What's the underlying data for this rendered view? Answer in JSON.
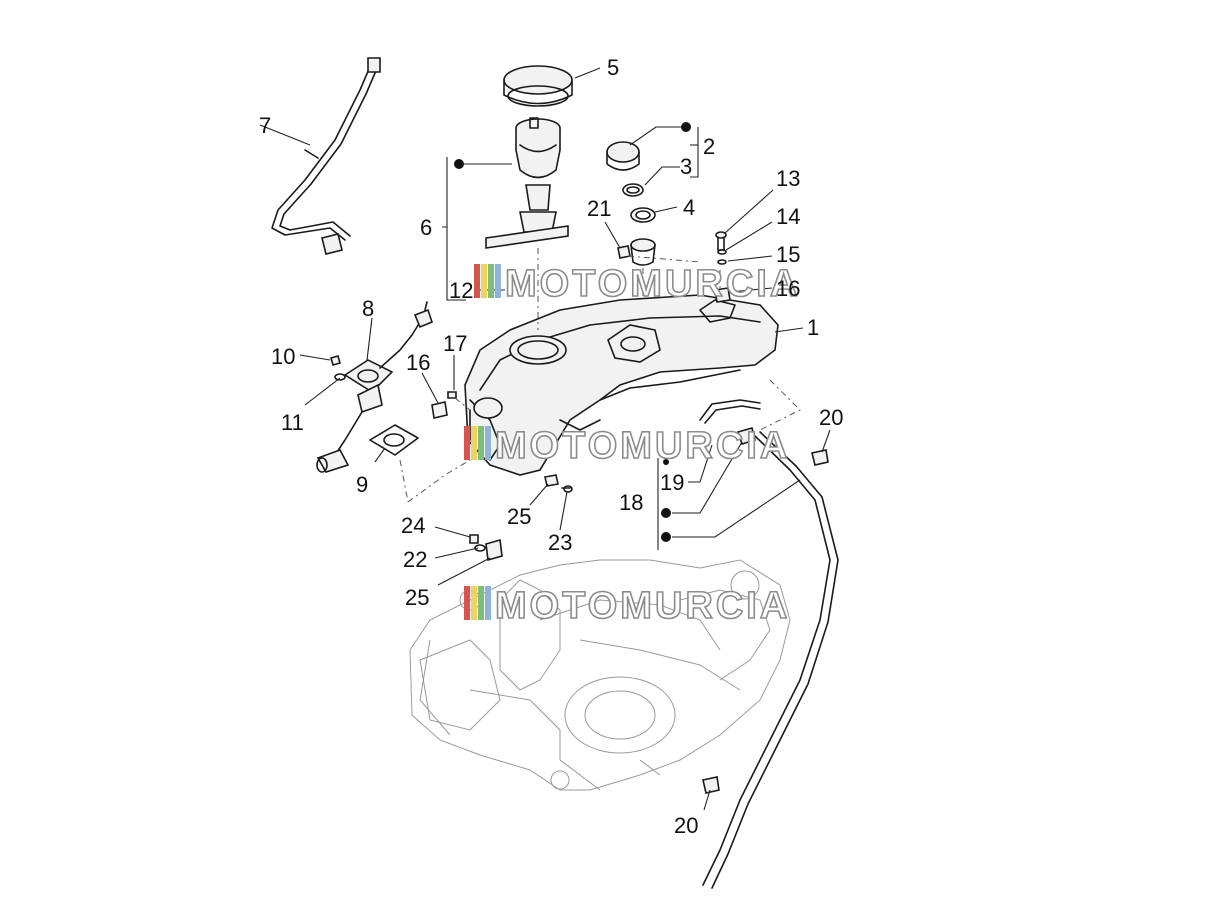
{
  "diagram": {
    "type": "exploded-parts-view",
    "callouts": [
      {
        "id": "c1",
        "label": "1"
      },
      {
        "id": "c2",
        "label": "2"
      },
      {
        "id": "c3",
        "label": "3"
      },
      {
        "id": "c4",
        "label": "4"
      },
      {
        "id": "c5",
        "label": "5"
      },
      {
        "id": "c6",
        "label": "6"
      },
      {
        "id": "c7",
        "label": "7"
      },
      {
        "id": "c8",
        "label": "8"
      },
      {
        "id": "c9",
        "label": "9"
      },
      {
        "id": "c10",
        "label": "10"
      },
      {
        "id": "c11",
        "label": "11"
      },
      {
        "id": "c12",
        "label": "12"
      },
      {
        "id": "c13",
        "label": "13"
      },
      {
        "id": "c14",
        "label": "14"
      },
      {
        "id": "c15",
        "label": "15"
      },
      {
        "id": "c16a",
        "label": "16"
      },
      {
        "id": "c16b",
        "label": "16"
      },
      {
        "id": "c17",
        "label": "17"
      },
      {
        "id": "c18",
        "label": "18"
      },
      {
        "id": "c19",
        "label": "19"
      },
      {
        "id": "c20a",
        "label": "20"
      },
      {
        "id": "c20b",
        "label": "20"
      },
      {
        "id": "c21",
        "label": "21"
      },
      {
        "id": "c22",
        "label": "22"
      },
      {
        "id": "c23",
        "label": "23"
      },
      {
        "id": "c24",
        "label": "24"
      },
      {
        "id": "c25a",
        "label": "25"
      },
      {
        "id": "c25b",
        "label": "25"
      }
    ],
    "watermarks": [
      {
        "id": "wm1",
        "text": "MOTOMURCIA"
      },
      {
        "id": "wm2",
        "text": "MOTOMURCIA"
      },
      {
        "id": "wm3",
        "text": "MOTOMURCIA"
      }
    ],
    "colors": {
      "line": "#1a1a1a",
      "ghost": "#9a9a9a",
      "logo_red": "#d9534f",
      "logo_yellow": "#f0d264",
      "logo_green": "#7dbf7a",
      "logo_blue": "#8fb3d9"
    }
  }
}
